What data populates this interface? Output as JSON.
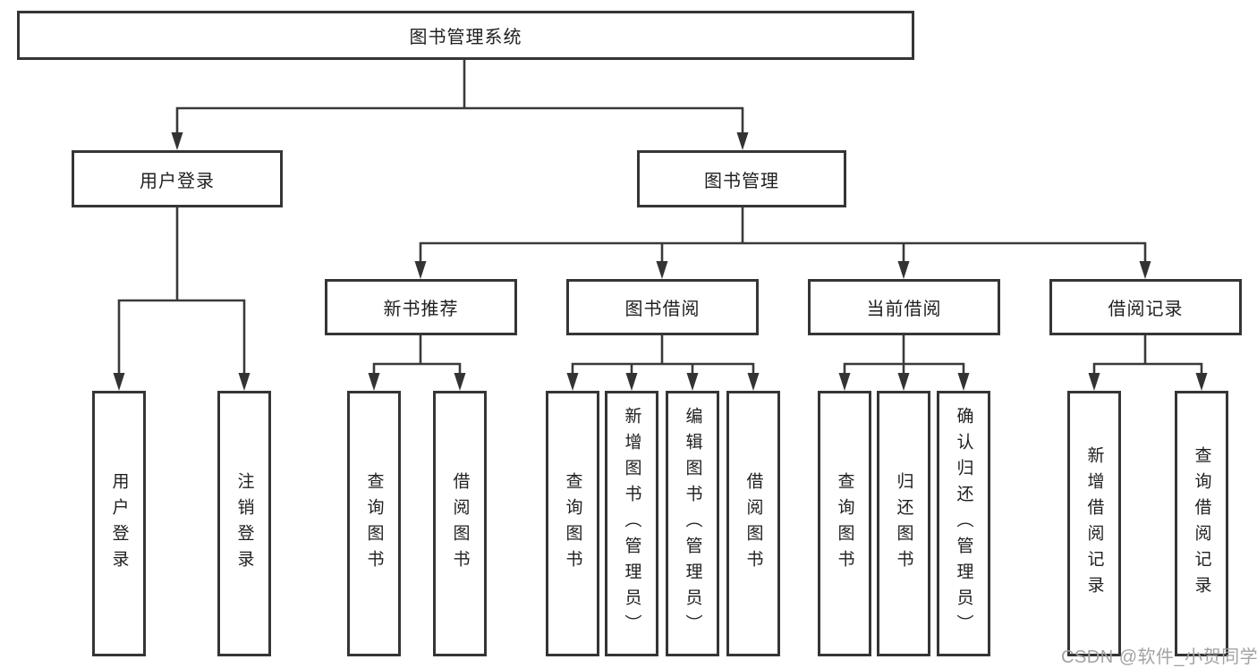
{
  "diagram": {
    "root": {
      "label": "图书管理系统"
    },
    "user_login": {
      "label": "用户登录",
      "children": [
        {
          "label": "用户登录"
        },
        {
          "label": "注销登录"
        }
      ]
    },
    "book_management": {
      "label": "图书管理",
      "sections": [
        {
          "label": "新书推荐",
          "children": [
            {
              "label": "查询图书"
            },
            {
              "label": "借阅图书"
            }
          ]
        },
        {
          "label": "图书借阅",
          "children": [
            {
              "label": "查询图书"
            },
            {
              "label": "新增图书（管理员）"
            },
            {
              "label": "编辑图书（管理员）"
            },
            {
              "label": "借阅图书"
            }
          ]
        },
        {
          "label": "当前借阅",
          "children": [
            {
              "label": "查询图书"
            },
            {
              "label": "归还图书"
            },
            {
              "label": "确认归还（管理员）"
            }
          ]
        },
        {
          "label": "借阅记录",
          "children": [
            {
              "label": "新增借阅记录"
            },
            {
              "label": "查询借阅记录"
            }
          ]
        }
      ]
    }
  },
  "watermark": {
    "text": "CSDN @软件_小贺同学"
  },
  "colors": {
    "line": "#3a3a3a",
    "box_border": "#353535",
    "text": "#1f1f1f",
    "watermark": "#a3a3a3",
    "background": "#ffffff"
  }
}
